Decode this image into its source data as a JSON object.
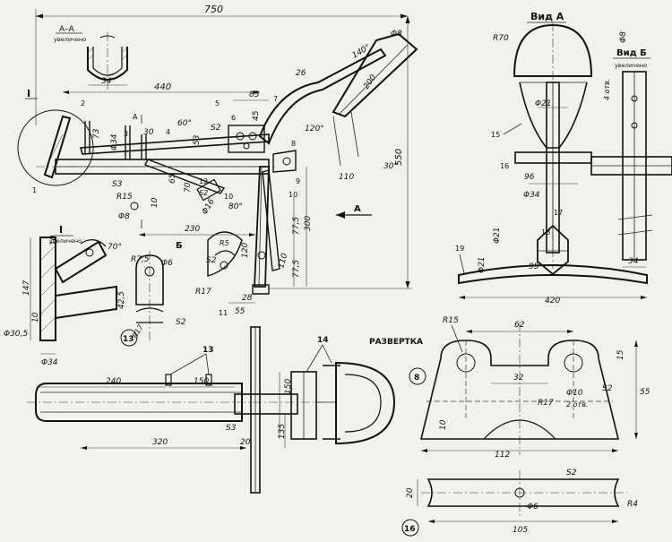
{
  "main_view": {
    "dims": {
      "overall_length": "750",
      "overall_height": "550",
      "d440": "440",
      "d85": "85",
      "d26": "26",
      "d8": "Φ8",
      "d140": "140°",
      "d200": "200",
      "d120deg": "120°",
      "d30deg": "30°",
      "d110": "110",
      "d73": "73",
      "phi34": "Φ34",
      "d53": "53",
      "d65": "65",
      "d70": "70",
      "d60deg": "60°",
      "d45": "45",
      "r15": "R15",
      "s3": "S3",
      "s2a": "S2",
      "s2b": "S2",
      "phi8b": "Φ8",
      "d10": "10",
      "phi16": "Φ16",
      "d80deg": "80°",
      "d230": "230",
      "d300": "300",
      "d775a": "77,5",
      "d775b": "77,5",
      "d110b": "110",
      "d120": "120",
      "d28": "28",
      "d55": "55",
      "r17": "R17",
      "r5": "R5",
      "s2c": "S2",
      "arrow_a": "A",
      "arrow_b": "Б",
      "section_a": "A",
      "d30": "30"
    },
    "callouts": [
      "1",
      "2",
      "3",
      "4",
      "5",
      "6",
      "7",
      "8",
      "9",
      "10",
      "10",
      "11",
      "12"
    ],
    "section_mark": "I"
  },
  "section_aa": {
    "title": "A–A",
    "subtitle": "увеличено",
    "dim": "34"
  },
  "detail_i": {
    "title": "I",
    "subtitle": "увеличено",
    "dims": [
      "10",
      "70°",
      "147",
      "10",
      "Φ30,5",
      "Φ34"
    ]
  },
  "view_a": {
    "title": "Вид А",
    "dims": [
      "R70",
      "Φ21",
      "96",
      "Φ34",
      "Φ21",
      "95",
      "Φ21",
      "420"
    ],
    "callouts": [
      "15",
      "16",
      "17",
      "18",
      "19"
    ]
  },
  "view_b": {
    "title": "Вид Б",
    "subtitle": "увеличено",
    "dims": [
      "Φ8",
      "4 отв.",
      "34"
    ]
  },
  "part13": {
    "number": "13",
    "dims": [
      "R7,5",
      "Φ6",
      "42,5",
      "R17",
      "S2"
    ]
  },
  "part_b": {
    "number": "8",
    "razvertka": "РАЗВЕРТКА",
    "dims": [
      "R15",
      "62",
      "15",
      "32",
      "Φ10",
      "2 отв.",
      "S2",
      "55",
      "R17",
      "10",
      "112"
    ]
  },
  "part16": {
    "number": "16",
    "dims": [
      "S2",
      "20",
      "Φ6",
      "R4",
      "105"
    ]
  },
  "bottom_view": {
    "dims": [
      "240",
      "150",
      "150",
      "135",
      "320",
      "S3",
      "20"
    ],
    "callouts": [
      "13",
      "14"
    ]
  }
}
